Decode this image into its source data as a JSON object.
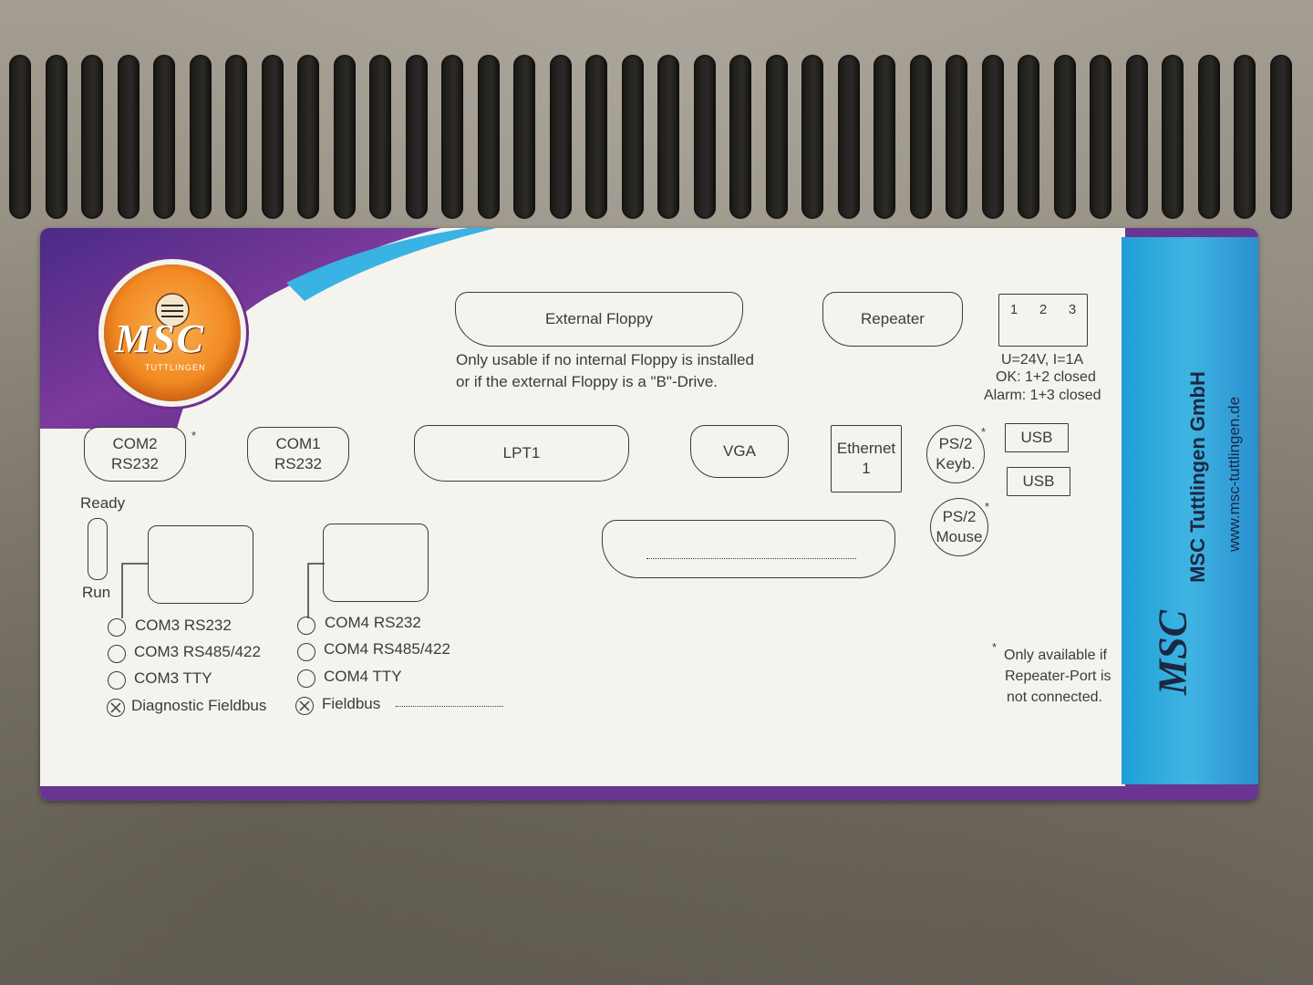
{
  "logo": {
    "text": "MSC",
    "subtext": "TUTTLINGEN",
    "icon": "msc-logo-emblem"
  },
  "brand": {
    "company": "MSC Tuttlingen GmbH",
    "url": "www.msc-tuttlingen.de",
    "mark": "MSC"
  },
  "ports": {
    "external_floppy": "External Floppy",
    "floppy_note_1": "Only usable if no internal Floppy is installed",
    "floppy_note_2": "or if the external Floppy is a \"B\"-Drive.",
    "repeater": "Repeater",
    "relay_pins": [
      "1",
      "2",
      "3"
    ],
    "relay_note_1": "U=24V, I=1A",
    "relay_note_2": "OK: 1+2 closed",
    "relay_note_3": "Alarm: 1+3 closed",
    "com2_line1": "COM2",
    "com2_line2": "RS232",
    "com2_star": "*",
    "com1_line1": "COM1",
    "com1_line2": "RS232",
    "lpt1": "LPT1",
    "vga": "VGA",
    "ethernet_line1": "Ethernet",
    "ethernet_line2": "1",
    "ps2_keyb_line1": "PS/2",
    "ps2_keyb_line2": "Keyb.",
    "ps2_keyb_star": "*",
    "ps2_mouse_line1": "PS/2",
    "ps2_mouse_line2": "Mouse",
    "ps2_mouse_star": "*",
    "usb_1": "USB",
    "usb_2": "USB"
  },
  "status": {
    "ready": "Ready",
    "run": "Run"
  },
  "com3_options": [
    "COM3 RS232",
    "COM3 RS485/422",
    "COM3 TTY",
    "Diagnostic Fieldbus"
  ],
  "com4_options": [
    "COM4 RS232",
    "COM4 RS485/422",
    "COM4 TTY",
    "Fieldbus"
  ],
  "footnote": {
    "star": "*",
    "line1": "Only available if",
    "line2": "Repeater-Port is",
    "line3": "not connected."
  },
  "colors": {
    "label_bg": "#f4f3ee",
    "purple": "#5c2b88",
    "blue": "#2aa3dc",
    "orange": "#f28a22"
  }
}
